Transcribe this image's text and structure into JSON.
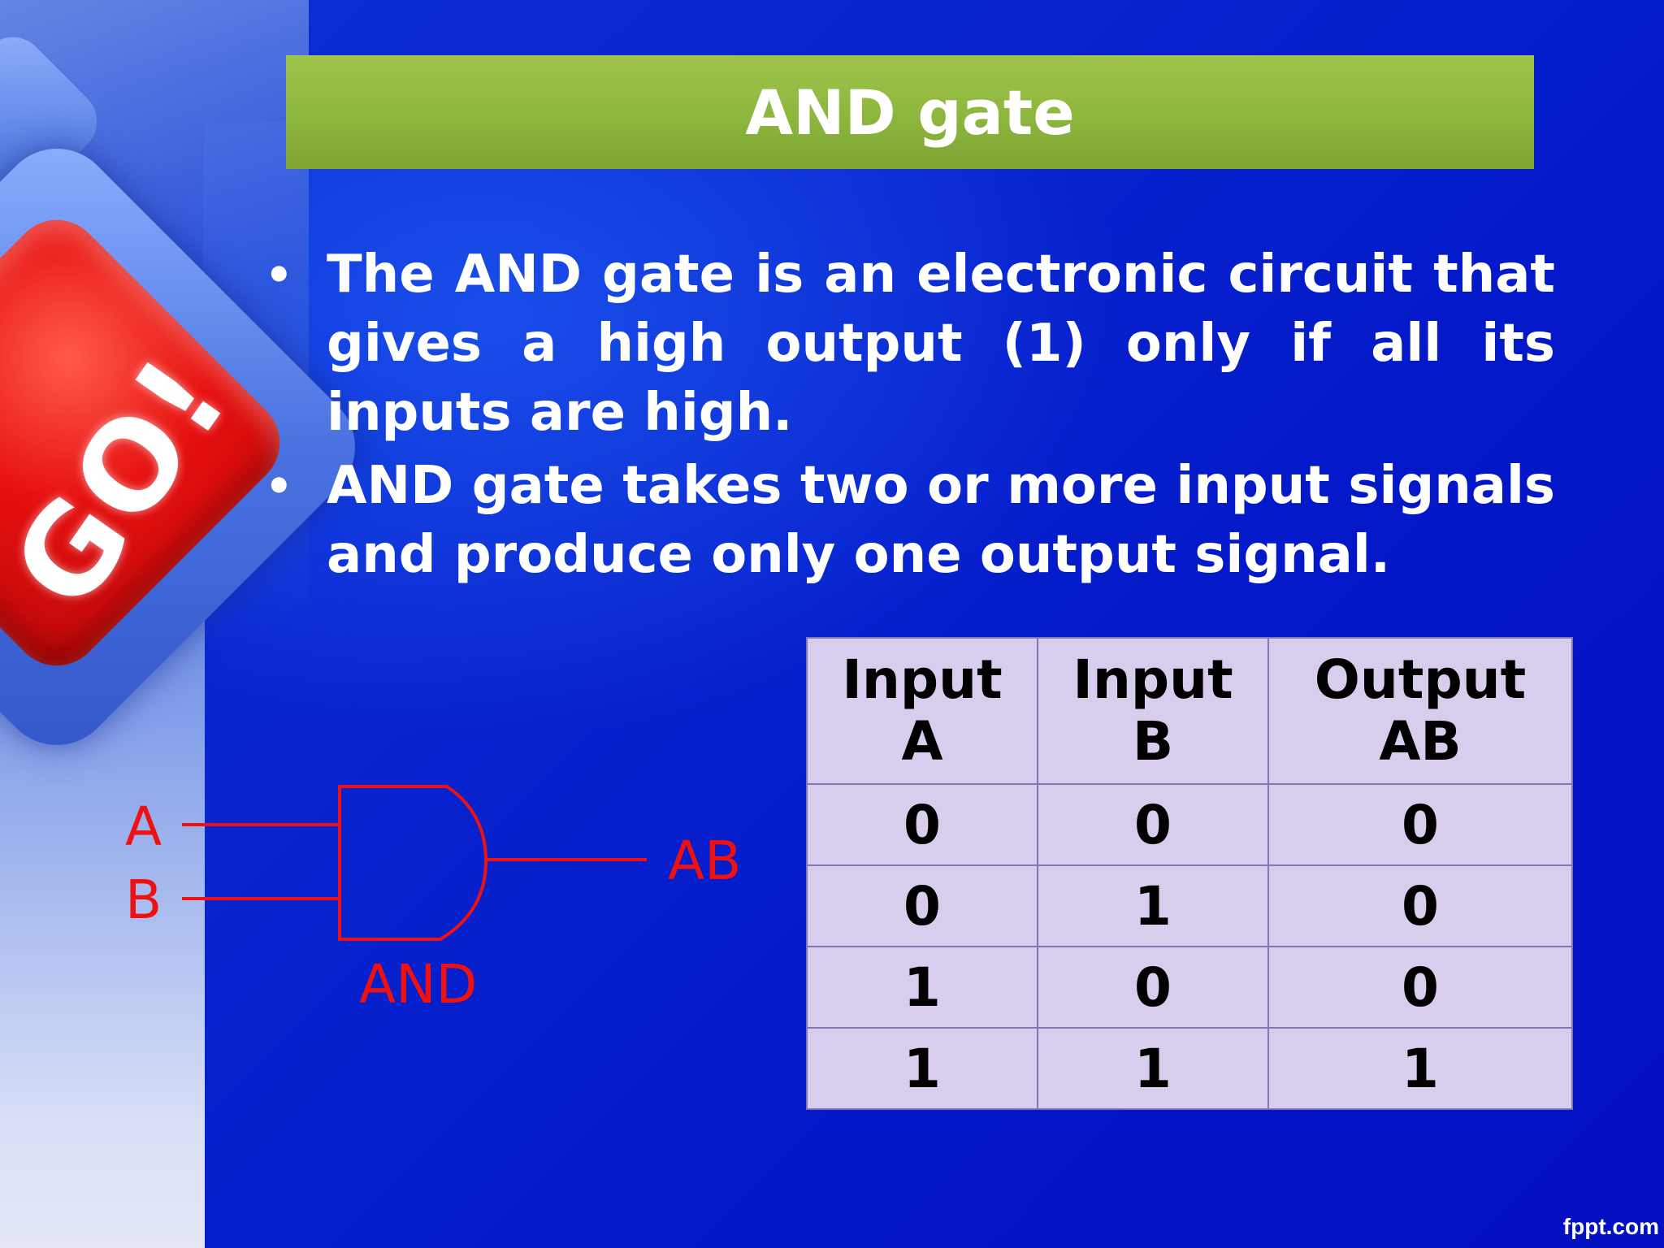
{
  "slide": {
    "title": "AND gate",
    "bullets": [
      "The AND gate is an electronic circuit that gives a high output (1) only if all its inputs are high.",
      "AND gate takes two or more input signals and produce only one output signal."
    ],
    "key_label": "GO!",
    "watermark": "fppt.com"
  },
  "gate_diagram": {
    "input_a": "A",
    "input_b": "B",
    "output": "AB",
    "gate_label": "AND",
    "color": "#ee1111"
  },
  "truth_table": {
    "headers": [
      [
        "Input",
        "A"
      ],
      [
        "Input",
        "B"
      ],
      [
        "Output",
        "AB"
      ]
    ],
    "rows": [
      [
        "0",
        "0",
        "0"
      ],
      [
        "0",
        "1",
        "0"
      ],
      [
        "1",
        "0",
        "0"
      ],
      [
        "1",
        "1",
        "1"
      ]
    ]
  },
  "colors": {
    "background": "#0a22cc",
    "title_bar": "#8db63d",
    "table_fill": "#d9cdee",
    "table_border": "#8574b8"
  }
}
